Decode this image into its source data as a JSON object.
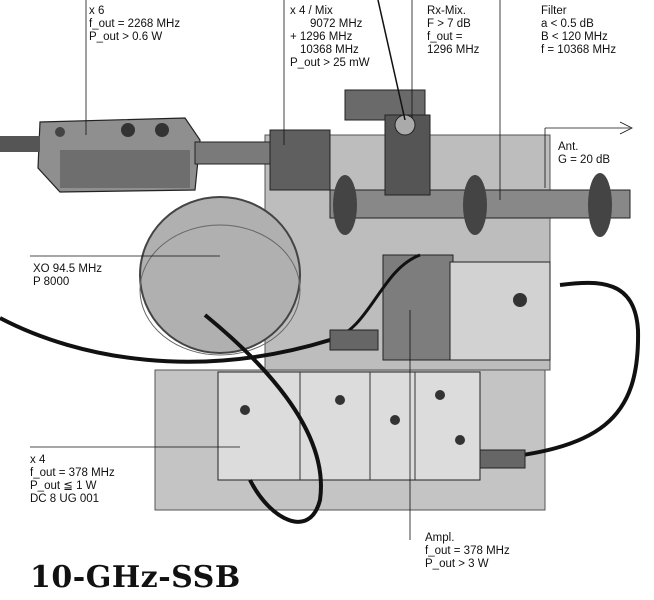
{
  "title": "10-GHz-SSB",
  "annotations": {
    "x6": {
      "lines": [
        "x 6",
        "f_out = 2268 MHz",
        "P_out > 0.6 W"
      ]
    },
    "x4mix": {
      "lines": [
        "x 4 / Mix",
        "9072 MHz",
        "+ 1296 MHz",
        "10368 MHz",
        "P_out > 25 mW"
      ]
    },
    "rxmix": {
      "lines": [
        "Rx-Mix.",
        "F > 7 dB",
        "f_out =",
        "1296 MHz"
      ]
    },
    "filter": {
      "lines": [
        "Filter",
        "a < 0.5 dB",
        "B < 120 MHz",
        "f = 10368 MHz"
      ]
    },
    "ant": {
      "lines": [
        "Ant.",
        "G = 20 dB"
      ]
    },
    "xo": {
      "lines": [
        "XO 94.5 MHz",
        "P 8000"
      ]
    },
    "x4": {
      "lines": [
        "x 4",
        "f_out = 378 MHz",
        "P_out ≦ 1 W",
        "DC 8 UG 001"
      ]
    },
    "ampl": {
      "lines": [
        "Ampl.",
        "f_out = 378 MHz",
        "P_out > 3 W"
      ]
    }
  },
  "colors": {
    "plate": "#b8b8b8",
    "dark": "#222222",
    "metal": "#9a9a9a",
    "board": "#d9d9d9"
  }
}
